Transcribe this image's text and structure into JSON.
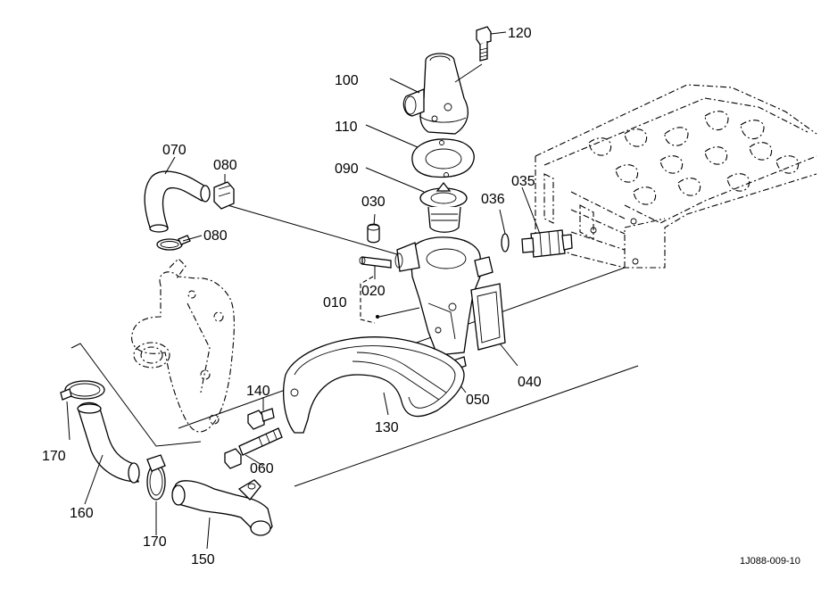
{
  "diagram": {
    "document_code": "1J088-009-10",
    "labels": {
      "p120": "120",
      "p100": "100",
      "p110": "110",
      "p090": "090",
      "p070": "070",
      "p080a": "080",
      "p080b": "080",
      "p030": "030",
      "p036": "036",
      "p035": "035",
      "p010": "010",
      "p020": "020",
      "p040": "040",
      "p050": "050",
      "p130": "130",
      "p140": "140",
      "p060": "060",
      "p170a": "170",
      "p170b": "170",
      "p160": "160",
      "p150": "150"
    }
  }
}
